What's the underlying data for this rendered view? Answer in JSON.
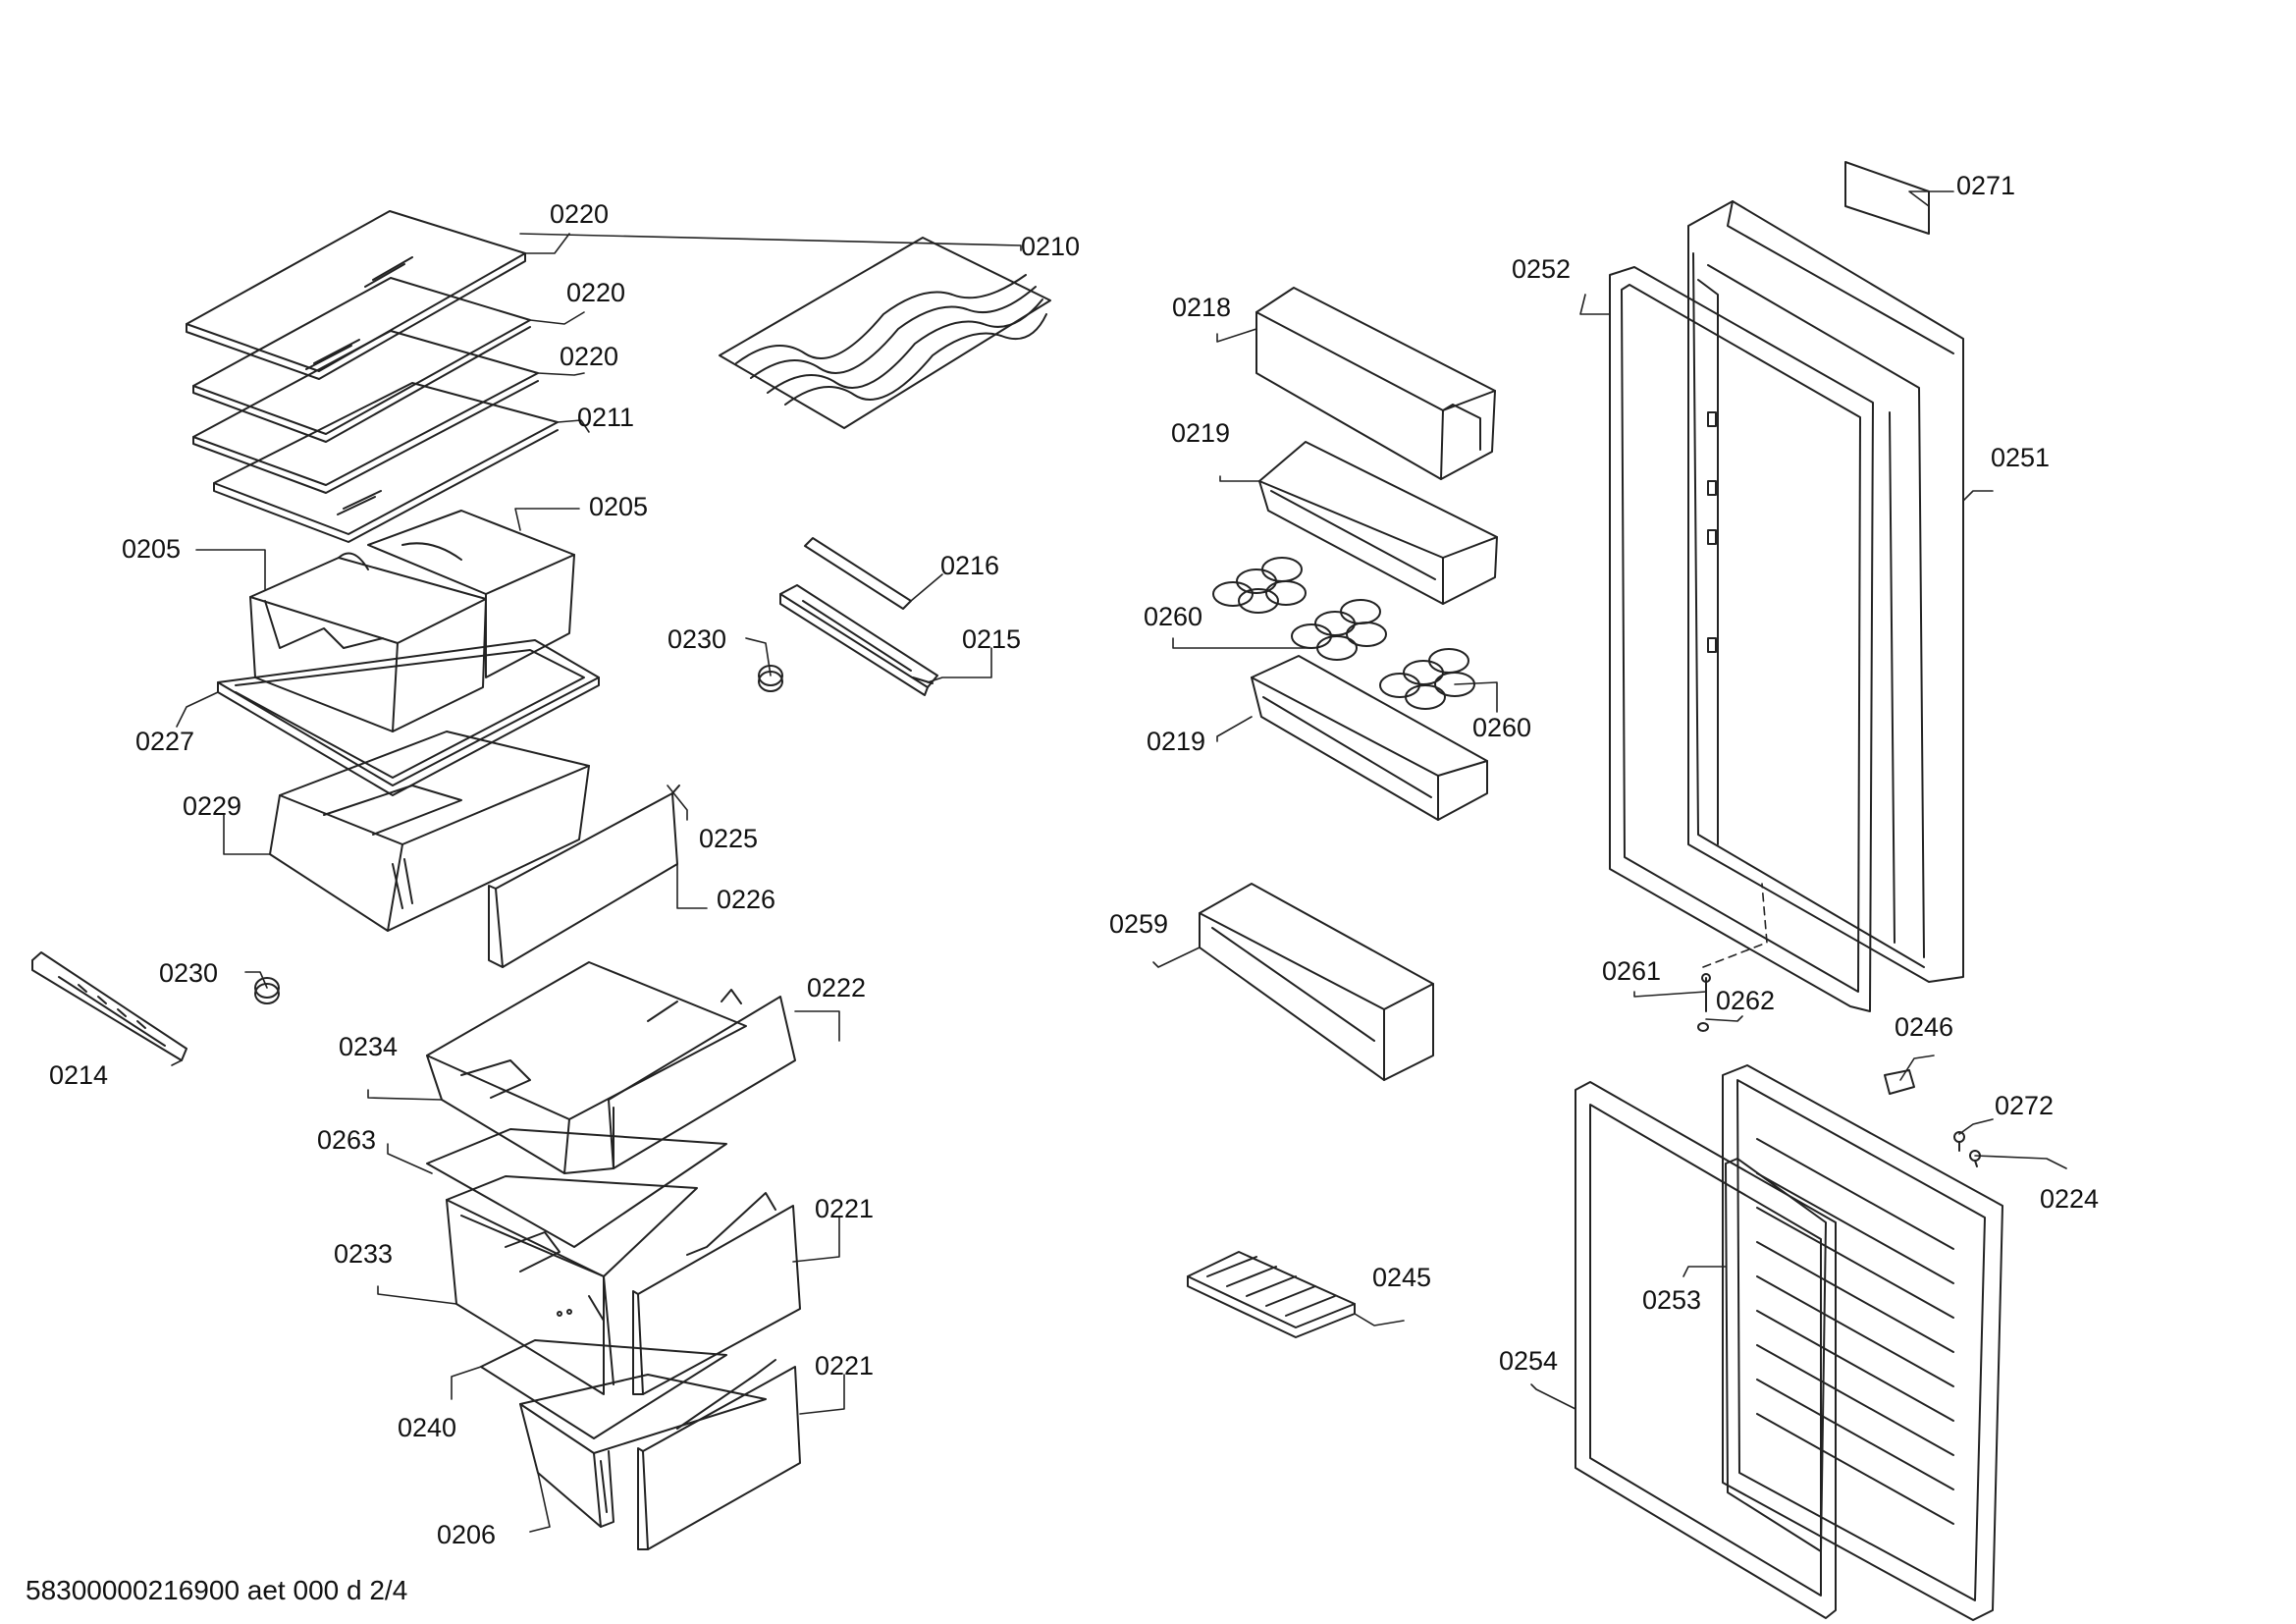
{
  "diagram": {
    "labels": {
      "shelf_glass_1": "0220",
      "shelf_glass_2": "0220",
      "shelf_glass_3": "0220",
      "shelf_glass_4": "0211",
      "bottle_rack": "0210",
      "container_right": "0205",
      "container_left": "0205",
      "strip": "0216",
      "rail": "0215",
      "end_cap_upper": "0230",
      "cover_plate": "0227",
      "crisper": "0229",
      "crisper_front_insert": "0225",
      "crisper_panel": "0226",
      "end_cap_lower": "0230",
      "side_rail": "0214",
      "drawer_upper": "0222",
      "drawer_handle_insert": "0234",
      "glass_plate_upper": "0263",
      "drawer_middle_front": "0221",
      "drawer_middle_body": "0233",
      "glass_plate_lower": "0240",
      "drawer_lower_front": "0221",
      "drawer_lower_body": "0206",
      "butter_box": "0218",
      "door_shelf_upper": "0219",
      "egg_tray_left": "0260",
      "egg_tray_right": "0260",
      "door_shelf_lower": "0219",
      "bottle_shelf": "0259",
      "ice_tray": "0245",
      "plate_top": "0271",
      "door_gasket_upper": "0252",
      "door_upper": "0251",
      "screw": "0261",
      "washer": "0262",
      "hinge_cover": "0246",
      "screw_small": "0272",
      "plug": "0224",
      "gasket_inner_lower": "0253",
      "door_gasket_lower": "0254"
    },
    "footer": "58300000216900 aet 000 d 2/4"
  }
}
